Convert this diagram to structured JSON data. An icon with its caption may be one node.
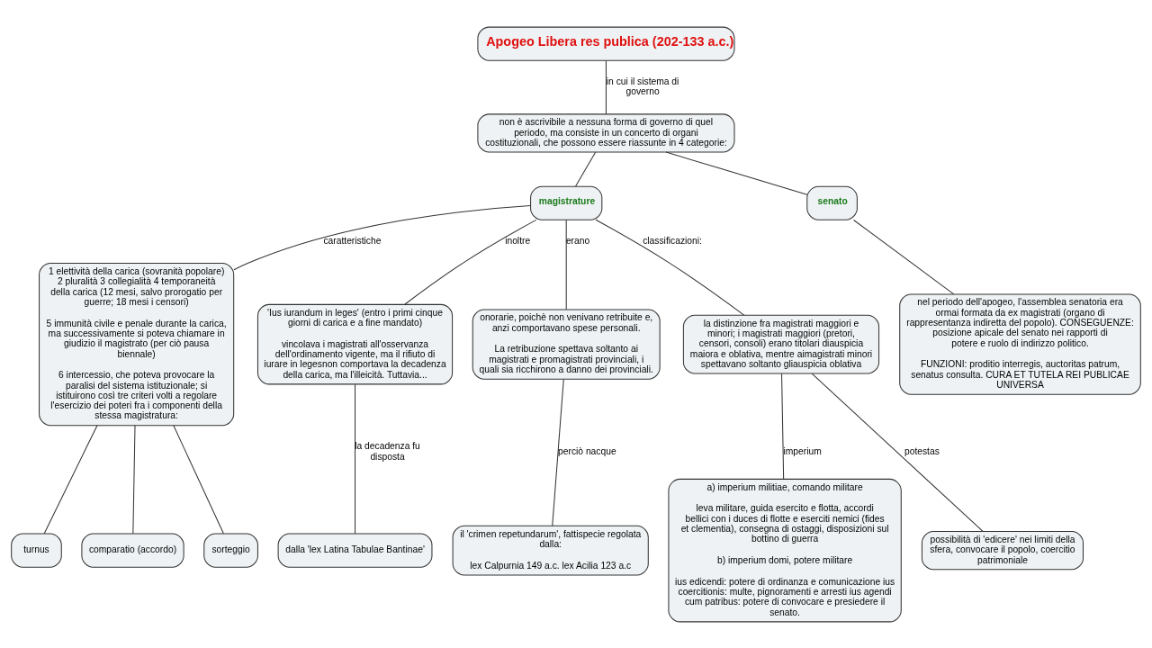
{
  "diagram": {
    "nodes": [
      {
        "text": [
          "Apogeo Libera res publica (202-133 a.c.)"
        ]
      },
      {
        "text": [
          "non è ascrivibile a nessuna forma di governo di quel periodo, ma consiste in un concerto di organi costituzionali, che possono essere riassunte in 4 categorie:"
        ]
      },
      {
        "text": [
          "magistrature"
        ]
      },
      {
        "text": [
          "senato"
        ]
      },
      {
        "text": [
          "1 elettività della carica (sovranità popolare) 2 pluralità 3 collegialità 4 temporaneità della carica (12 mesi, salvo prorogatio per guerre; 18 mesi i censori)",
          "5 immunità civile e penale durante la carica, ma successivamente si poteva chiamare in giudizio il magistrato (per ciò pausa biennale)",
          "6 intercessio, che poteva provocare la paralisi del sistema istituzionale; si istituirono così tre criteri volti a regolare l'esercizio dei poteri fra i componenti della stessa magistratura:"
        ]
      },
      {
        "text": [
          "turnus"
        ]
      },
      {
        "text": [
          "comparatio (accordo)"
        ]
      },
      {
        "text": [
          "sorteggio"
        ]
      },
      {
        "text": [
          "'Ius iurandum in leges' (entro i primi cinque giorni di carica e a fine mandato)",
          "vincolava i magistrati all'osservanza dell'ordinamento vigente, ma il rifiuto di iurare in legesnon comportava la decadenza della carica, ma l'illeicità. Tuttavia..."
        ]
      },
      {
        "text": [
          "dalla 'lex Latina Tabulae Bantinae'"
        ]
      },
      {
        "text": [
          "onorarie, poichè non venivano retribuite e, anzi comportavano spese personali.",
          "La retribuzione spettava soltanto ai magistrati e promagistrati provinciali, i quali sia ricchirono a danno dei provinciali."
        ]
      },
      {
        "text": [
          "il 'crimen repetundarum', fattispecie regolata dalla:",
          "lex Calpurnia 149 a.c. lex Acilia 123 a.c"
        ]
      },
      {
        "text": [
          "la distinzione fra magistrati maggiori e minori; i magistrati maggiori (pretori, censori, consoli) erano titolari diauspicia maiora e oblativa, mentre aimagistrati minori spettavano soltanto gliauspicia oblativa"
        ]
      },
      {
        "text": [
          "a) imperium militiae, comando militare",
          "leva militare, guida esercito e flotta, accordi bellici con i duces di flotte e eserciti nemici (fides et clementia), consegna di ostaggi, disposizioni sul bottino di guerra",
          "b) imperium domi, potere militare",
          "ius edicendi: potere di ordinanza e comunicazione ius coercitionis: multe, pignoramenti e arresti ius agendi cum patribus: potere di convocare e presiedere il senato."
        ]
      },
      {
        "text": [
          "possibilità di 'edicere' nei limiti della sfera, convocare il popolo, coercitio patrimoniale"
        ]
      },
      {
        "text": [
          "nel periodo dell'apogeo, l'assemblea senatoria era ormai formata da ex magistrati (organo di rappresentanza indiretta del popolo). CONSEGUENZE: posizione apicale del senato nei rapporti di potere e ruolo di indirizzo politico.",
          "FUNZIONI: proditio interregis, auctoritas patrum, senatus consulta. CURA ET TUTELA REI PUBLICAE UNIVERSA"
        ]
      }
    ],
    "edges": [
      {
        "from": 0,
        "to": 1,
        "arrow": "none",
        "label": "in cui il sistema di governo"
      },
      {
        "from": 1,
        "to": 2,
        "arrow": "none"
      },
      {
        "from": 1,
        "to": 3,
        "arrow": "none"
      },
      {
        "from": 2,
        "to": 4,
        "arrow": "none",
        "label": "caratteristiche"
      },
      {
        "from": 2,
        "to": 8,
        "arrow": "none",
        "label": "inoltre"
      },
      {
        "from": 2,
        "to": 10,
        "arrow": "none",
        "label": "erano"
      },
      {
        "from": 2,
        "to": 12,
        "arrow": "none",
        "label": "classificazioni:"
      },
      {
        "from": 4,
        "to": 5,
        "arrow": "none"
      },
      {
        "from": 4,
        "to": 6,
        "arrow": "none"
      },
      {
        "from": 4,
        "to": 7,
        "arrow": "none"
      },
      {
        "from": 8,
        "to": 9,
        "arrow": "none",
        "label": "la decadenza fu disposta"
      },
      {
        "from": 10,
        "to": 11,
        "arrow": "none",
        "label": "perciò nacque"
      },
      {
        "from": 12,
        "to": 13,
        "arrow": "none",
        "label": "imperium"
      },
      {
        "from": 12,
        "to": 14,
        "arrow": "none",
        "label": "potestas"
      },
      {
        "from": 3,
        "to": 15,
        "arrow": "none"
      }
    ]
  }
}
